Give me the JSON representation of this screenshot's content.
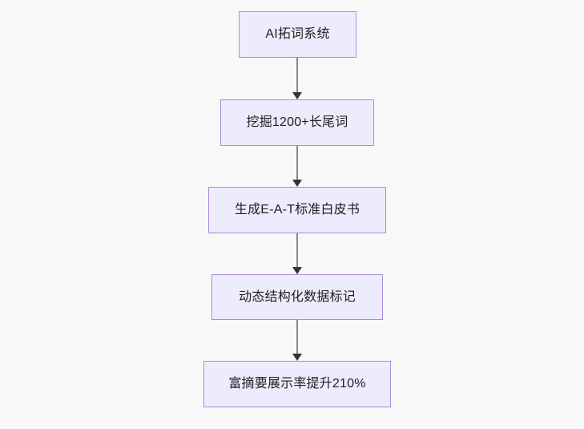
{
  "diagram": {
    "type": "flowchart",
    "orientation": "top-to-bottom",
    "background_color": "#f8f8f8",
    "node_fill_color": "#ececfc",
    "node_border_color": "#a78bde",
    "node_text_color": "#1f1f1f",
    "connector_line_color": "#888888",
    "connector_arrow_color": "#333333",
    "nodes": [
      {
        "id": "node-0",
        "label": "AI拓词系统"
      },
      {
        "id": "node-1",
        "label": "挖掘1200+长尾词"
      },
      {
        "id": "node-2",
        "label": "生成E-A-T标准白皮书"
      },
      {
        "id": "node-3",
        "label": "动态结构化数据标记"
      },
      {
        "id": "node-4",
        "label": "富摘要展示率提升210%"
      }
    ],
    "edges": [
      {
        "id": "conn-0",
        "from": "node-0",
        "to": "node-1",
        "label": "",
        "arrow": "down"
      },
      {
        "id": "conn-1",
        "from": "node-1",
        "to": "node-2",
        "label": "",
        "arrow": "down"
      },
      {
        "id": "conn-2",
        "from": "node-2",
        "to": "node-3",
        "label": "",
        "arrow": "down"
      },
      {
        "id": "conn-3",
        "from": "node-3",
        "to": "node-4",
        "label": "",
        "arrow": "down"
      }
    ]
  }
}
